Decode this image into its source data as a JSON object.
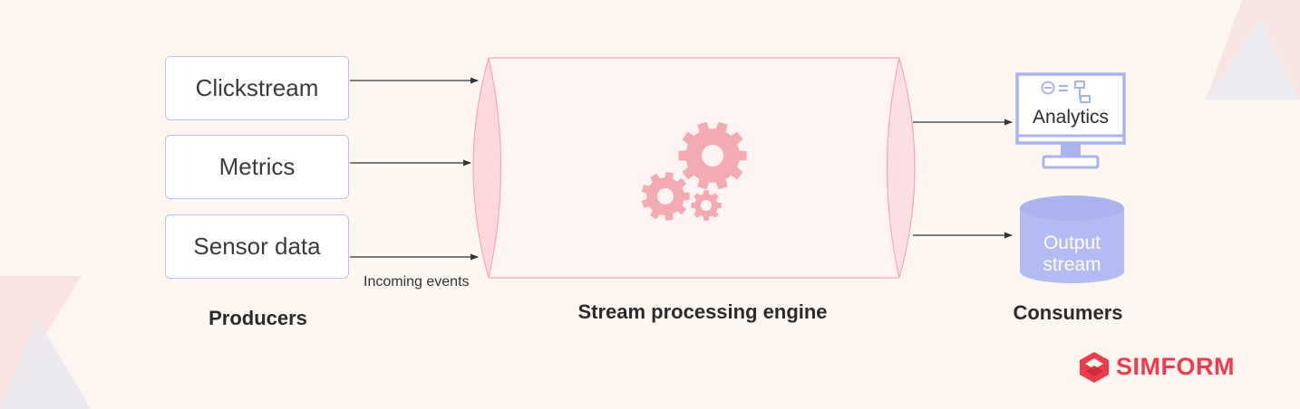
{
  "producers": {
    "items": [
      {
        "label": "Clickstream"
      },
      {
        "label": "Metrics"
      },
      {
        "label": "Sensor data"
      }
    ],
    "title": "Producers"
  },
  "flow": {
    "incoming_label": "Incoming events"
  },
  "engine": {
    "title": "Stream processing engine",
    "icon": "gears-icon"
  },
  "consumers": {
    "title": "Consumers",
    "analytics_label": "Analytics",
    "output_label": "Output stream"
  },
  "brand": {
    "name": "SIMFORM",
    "color": "#ef3b4e"
  },
  "colors": {
    "background": "#fdf6f1",
    "producer_border": "#b9c2ee",
    "pipe_fill": "#fde3e6",
    "pipe_edge": "#f6a6b3",
    "gear": "#f4aab1",
    "consumer_accent": "#a9b3ee"
  }
}
